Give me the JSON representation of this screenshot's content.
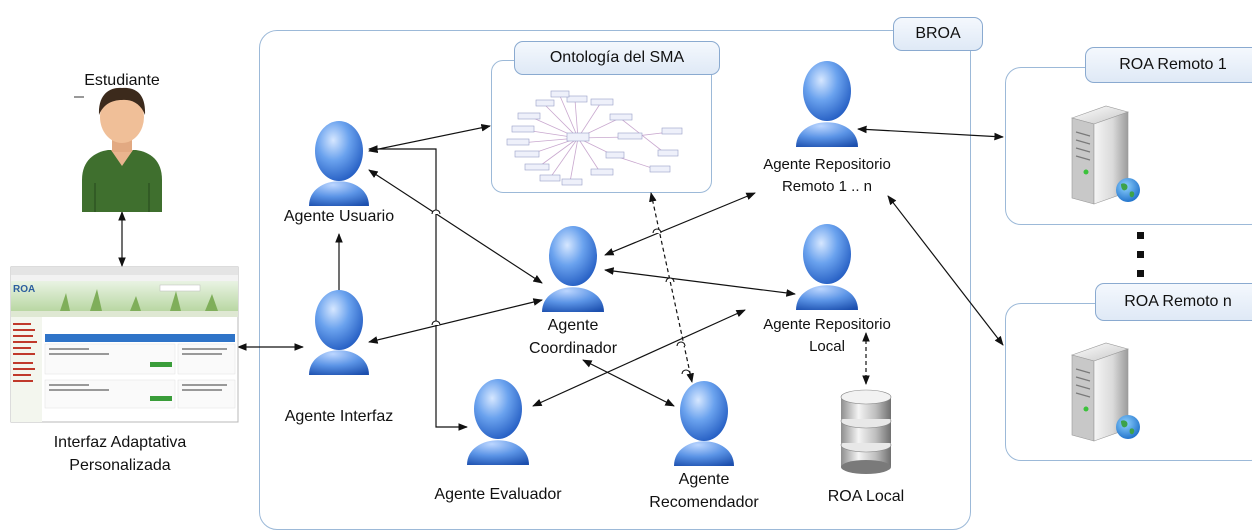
{
  "student": {
    "label": "Estudiante"
  },
  "interface_screenshot": {
    "logo_text": "ROA"
  },
  "interface": {
    "label_line1": "Interfaz Adaptativa",
    "label_line2": "Personalizada"
  },
  "broa": {
    "title": "BROA"
  },
  "ontology": {
    "title": "Ontología del SMA"
  },
  "agents": {
    "usuario": "Agente Usuario",
    "interfaz": "Agente Interfaz",
    "coordinador_line1": "Agente",
    "coordinador_line2": "Coordinador",
    "evaluador": "Agente Evaluador",
    "recomendador_line1": "Agente",
    "recomendador_line2": "Recomendador",
    "repo_remoto_line1": "Agente Repositorio",
    "repo_remoto_line2": "Remoto 1 .. n",
    "repo_local_line1": "Agente Repositorio",
    "repo_local_line2": "Local"
  },
  "roa_local": {
    "label": "ROA Local"
  },
  "remotes": [
    {
      "title": "ROA Remoto 1"
    },
    {
      "title": "ROA Remoto n"
    }
  ]
}
